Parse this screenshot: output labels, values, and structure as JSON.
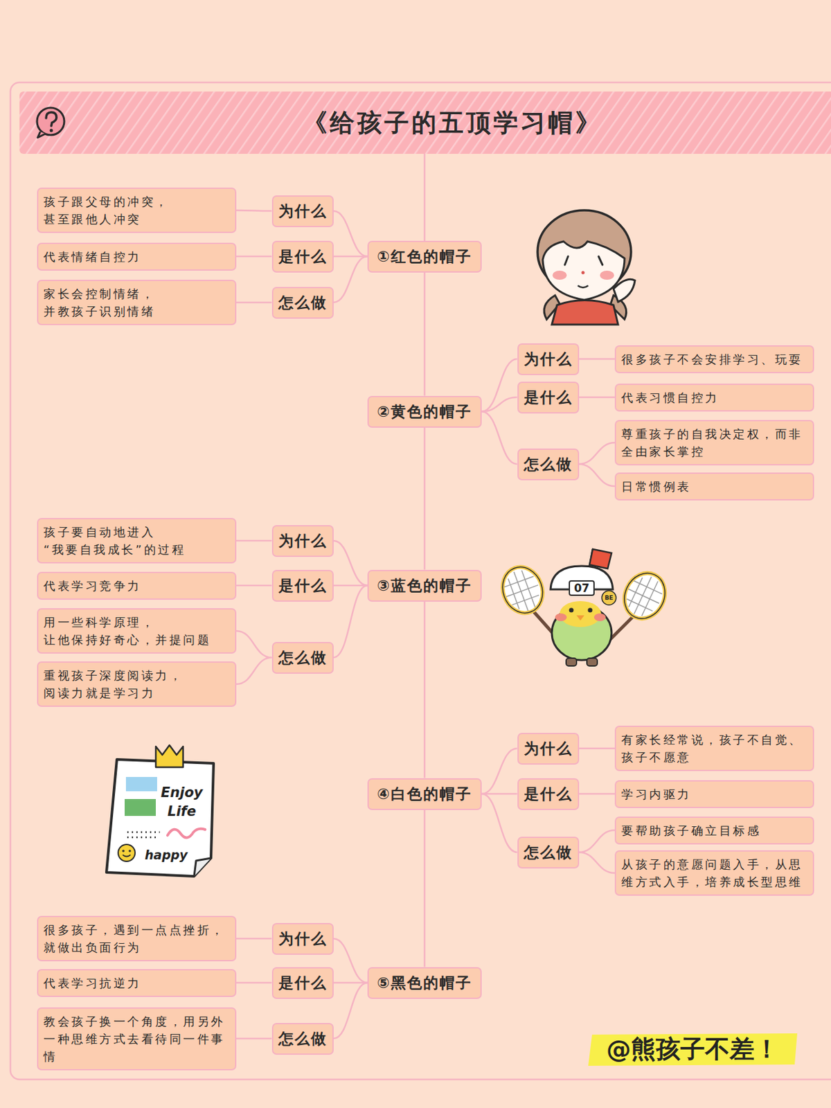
{
  "diagram": {
    "title": "《给孩子的五顶学习帽》",
    "nodes": [
      {
        "text": [
          "①红色的帽子"
        ]
      },
      {
        "text": [
          "为什么"
        ]
      },
      {
        "text": [
          "孩子跟父母的冲突， 甚至跟他人冲突"
        ]
      },
      {
        "text": [
          "是什么"
        ]
      },
      {
        "text": [
          "代表情绪自控力"
        ]
      },
      {
        "text": [
          "怎么做"
        ]
      },
      {
        "text": [
          "家长会控制情绪， 并教孩子识别情绪"
        ]
      },
      {
        "text": [
          "②黄色的帽子"
        ]
      },
      {
        "text": [
          "为什么"
        ]
      },
      {
        "text": [
          "很多孩子不会安排学习、玩耍"
        ]
      },
      {
        "text": [
          "是什么"
        ]
      },
      {
        "text": [
          "代表习惯自控力"
        ]
      },
      {
        "text": [
          "怎么做"
        ]
      },
      {
        "text": [
          "尊重孩子的自我决定权，而非 全由家长掌控"
        ]
      },
      {
        "text": [
          "日常惯例表"
        ]
      },
      {
        "text": [
          "③蓝色的帽子"
        ]
      },
      {
        "text": [
          "为什么"
        ]
      },
      {
        "text": [
          "孩子要自动地进入 “我要自我成长”的过程"
        ]
      },
      {
        "text": [
          "是什么"
        ]
      },
      {
        "text": [
          "代表学习竞争力"
        ]
      },
      {
        "text": [
          "怎么做"
        ]
      },
      {
        "text": [
          "用一些科学原理， 让他保持好奇心，并提问题"
        ]
      },
      {
        "text": [
          "重视孩子深度阅读力， 阅读力就是学习力"
        ]
      },
      {
        "text": [
          "④白色的帽子"
        ]
      },
      {
        "text": [
          "为什么"
        ]
      },
      {
        "text": [
          "有家长经常说，孩子不自觉、 孩子不愿意"
        ]
      },
      {
        "text": [
          "是什么"
        ]
      },
      {
        "text": [
          "学习内驱力"
        ]
      },
      {
        "text": [
          "怎么做"
        ]
      },
      {
        "text": [
          "要帮助孩子确立目标感"
        ]
      },
      {
        "text": [
          "从孩子的意愿问题入手，从思 维方式入手，培养成长型思维"
        ]
      },
      {
        "text": [
          "⑤黑色的帽子"
        ]
      },
      {
        "text": [
          "为什么"
        ]
      },
      {
        "text": [
          "很多孩子，遇到一点点挫折， 就做出负面行为"
        ]
      },
      {
        "text": [
          "是什么"
        ]
      },
      {
        "text": [
          "代表学习抗逆力"
        ]
      },
      {
        "text": [
          "怎么做"
        ]
      },
      {
        "text": [
          "教会孩子换一个角度，用另外 一种思维方式去看待同一件事 情"
        ]
      }
    ],
    "edges": [
      {
        "from": 0,
        "to": 1,
        "arrow": "none"
      },
      {
        "from": 1,
        "to": 2,
        "arrow": "none"
      },
      {
        "from": 0,
        "to": 3,
        "arrow": "none"
      },
      {
        "from": 3,
        "to": 4,
        "arrow": "none"
      },
      {
        "from": 0,
        "to": 5,
        "arrow": "none"
      },
      {
        "from": 5,
        "to": 6,
        "arrow": "none"
      },
      {
        "from": 0,
        "to": 7,
        "arrow": "none"
      },
      {
        "from": 7,
        "to": 8,
        "arrow": "none"
      },
      {
        "from": 8,
        "to": 9,
        "arrow": "none"
      },
      {
        "from": 7,
        "to": 10,
        "arrow": "none"
      },
      {
        "from": 10,
        "to": 11,
        "arrow": "none"
      },
      {
        "from": 7,
        "to": 12,
        "arrow": "none"
      },
      {
        "from": 12,
        "to": 13,
        "arrow": "none"
      },
      {
        "from": 12,
        "to": 14,
        "arrow": "none"
      },
      {
        "from": 7,
        "to": 15,
        "arrow": "none"
      },
      {
        "from": 15,
        "to": 16,
        "arrow": "none"
      },
      {
        "from": 16,
        "to": 17,
        "arrow": "none"
      },
      {
        "from": 15,
        "to": 18,
        "arrow": "none"
      },
      {
        "from": 18,
        "to": 19,
        "arrow": "none"
      },
      {
        "from": 15,
        "to": 20,
        "arrow": "none"
      },
      {
        "from": 20,
        "to": 21,
        "arrow": "none"
      },
      {
        "from": 20,
        "to": 22,
        "arrow": "none"
      },
      {
        "from": 15,
        "to": 23,
        "arrow": "none"
      },
      {
        "from": 23,
        "to": 24,
        "arrow": "none"
      },
      {
        "from": 24,
        "to": 25,
        "arrow": "none"
      },
      {
        "from": 23,
        "to": 26,
        "arrow": "none"
      },
      {
        "from": 26,
        "to": 27,
        "arrow": "none"
      },
      {
        "from": 23,
        "to": 28,
        "arrow": "none"
      },
      {
        "from": 28,
        "to": 29,
        "arrow": "none"
      },
      {
        "from": 28,
        "to": 30,
        "arrow": "none"
      },
      {
        "from": 23,
        "to": 31,
        "arrow": "none"
      },
      {
        "from": 31,
        "to": 32,
        "arrow": "none"
      },
      {
        "from": 32,
        "to": 33,
        "arrow": "none"
      },
      {
        "from": 31,
        "to": 34,
        "arrow": "none"
      },
      {
        "from": 34,
        "to": 35,
        "arrow": "none"
      },
      {
        "from": 31,
        "to": 36,
        "arrow": "none"
      },
      {
        "from": 36,
        "to": 37,
        "arrow": "none"
      }
    ],
    "labels": [
      "07",
      "BE",
      "Enjoy",
      "Life",
      "happy",
      "@熊孩子不差！"
    ]
  }
}
